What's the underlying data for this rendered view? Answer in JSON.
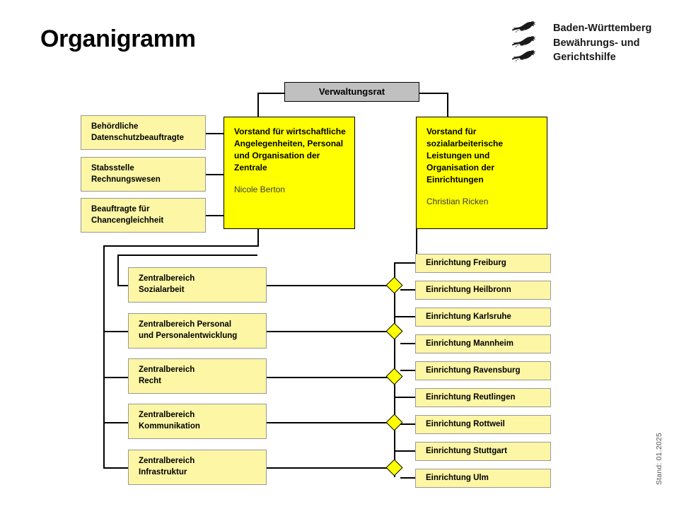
{
  "page": {
    "title": "Organigramm",
    "stand": "Stand: 01.2025"
  },
  "logo": {
    "line1": "Baden-Württemberg",
    "line2": "Bewährungs- und",
    "line3": "Gerichtshilfe",
    "emblem": "three-lions-icon"
  },
  "council": {
    "label": "Verwaltungsrat"
  },
  "boards": [
    {
      "title": "Vorstand für wirtschaftliche Angelegenheiten, Personal und Organisation der Zentrale",
      "person": "Nicole Berton"
    },
    {
      "title": "Vorstand für sozialarbeiterische Leistungen und Organisation der Einrichtungen",
      "person": "Christian Ricken"
    }
  ],
  "staff_units": [
    {
      "label": "Behördliche\nDatenschutzbeauftragte"
    },
    {
      "label": "Stabsstelle\nRechnungswesen"
    },
    {
      "label": "Beauftragte für\nChancengleichheit"
    }
  ],
  "departments": [
    {
      "label": "Zentralbereich\nSozialarbeit"
    },
    {
      "label": "Zentralbereich Personal\nund Personalentwicklung"
    },
    {
      "label": "Zentralbereich\nRecht"
    },
    {
      "label": "Zentralbereich\nKommunikation"
    },
    {
      "label": "Zentralbereich\nInfrastruktur"
    }
  ],
  "facilities": [
    {
      "label": "Einrichtung Freiburg"
    },
    {
      "label": "Einrichtung Heilbronn"
    },
    {
      "label": "Einrichtung Karlsruhe"
    },
    {
      "label": "Einrichtung Mannheim"
    },
    {
      "label": "Einrichtung Ravensburg"
    },
    {
      "label": "Einrichtung Reutlingen"
    },
    {
      "label": "Einrichtung Rottweil"
    },
    {
      "label": "Einrichtung Stuttgart"
    },
    {
      "label": "Einrichtung Ulm"
    }
  ],
  "colors": {
    "board_fill": "#ffff00",
    "council_fill": "#c0c0c0",
    "node_fill": "#fcf6a5",
    "line": "#000000",
    "node_border": "#999999"
  }
}
